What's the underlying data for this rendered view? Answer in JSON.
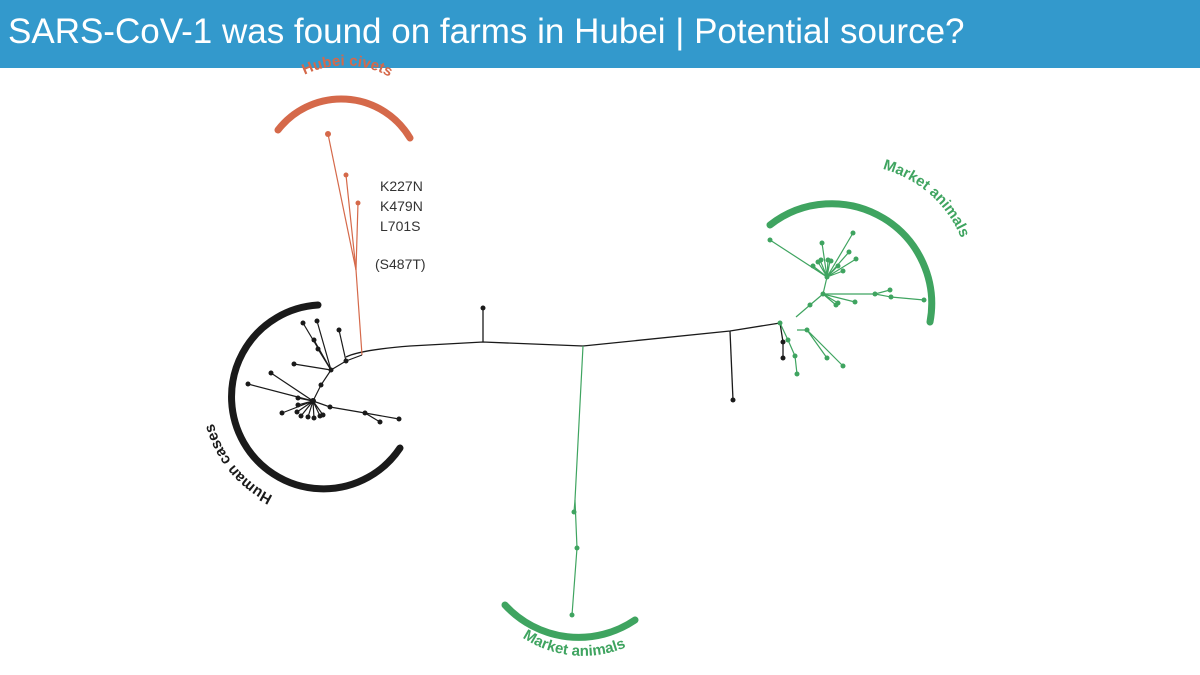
{
  "slide": {
    "title": "SARS-CoV-1 was found on farms in Hubei | Potential source?"
  },
  "colors": {
    "header": "#3399cc",
    "human": "#1a1a1a",
    "civets": "#d5694a",
    "market": "#3fa460"
  },
  "clades": {
    "hubei_civets": "Hubei civets",
    "human_cases": "Human cases",
    "market_animals_top": "Market animals",
    "market_animals_bottom": "Market animals"
  },
  "mutations": [
    "K227N",
    "K479N",
    "L701S",
    "(S487T)"
  ]
}
